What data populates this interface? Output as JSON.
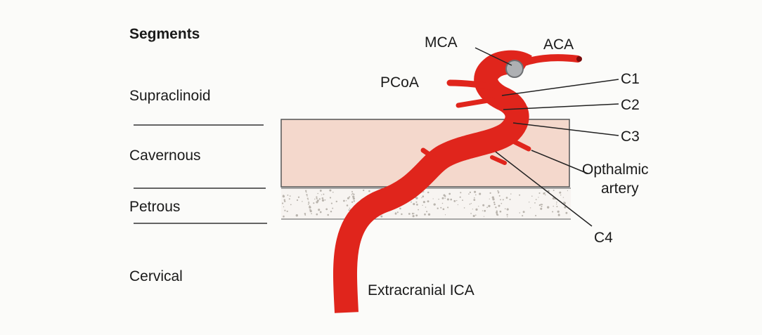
{
  "heading": "Segments",
  "segments": [
    "Supraclinoid",
    "Cavernous",
    "Petrous",
    "Cervical"
  ],
  "branches": {
    "mca": "MCA",
    "aca": "ACA",
    "pcoa": "PCoA"
  },
  "callouts": {
    "c1": "C1",
    "c2": "C2",
    "c3": "C3",
    "ophthalmic_line1": "Opthalmic",
    "ophthalmic_line2": "artery",
    "c4": "C4",
    "extracranial": "Extracranial ICA"
  },
  "colors": {
    "artery": "#e0251c",
    "artery_dark": "#9b1212",
    "cavernous_band": "#f4d8cc",
    "petrous_band": "#f7f4f1",
    "lines": "#333333",
    "background": "#fbfbf9"
  }
}
